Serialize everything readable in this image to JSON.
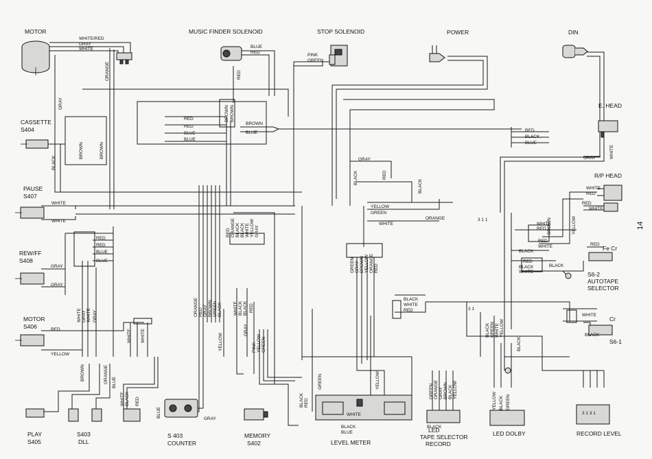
{
  "page_number": "14",
  "components": {
    "motor": "MOTOR",
    "music_finder_solenoid": "MUSIC FINDER SOLENOID",
    "stop_solenoid": "STOP SOLENOID",
    "power": "POWER",
    "din": "DIN",
    "e_head": "E. HEAD",
    "rp_head": "R/P HEAD",
    "cassette": [
      "CASSETTE",
      "S404"
    ],
    "pause": [
      "PAUSE",
      "S407"
    ],
    "rew_ff": [
      "REW/FF",
      "S408"
    ],
    "motor_s406": [
      "MOTOR",
      "S406"
    ],
    "play": [
      "PLAY",
      "S405"
    ],
    "dll": [
      "S403",
      "DLL"
    ],
    "counter": [
      "S 403",
      "COUNTER"
    ],
    "memory": [
      "MEMORY",
      "S402"
    ],
    "level_meter": "LEVEL METER",
    "led_tape_selector": [
      "LED",
      "TAPE SELECTOR",
      "RECORD"
    ],
    "led_dolby": "LED DOLBY",
    "record_level": "RECORD LEVEL",
    "fe_cr": "Fe Cr",
    "cr": "Cr",
    "s6_2": [
      "S6-2",
      "AUTOTAPE",
      "SELECTOR"
    ],
    "s6_1": "S6-1"
  },
  "wire_labels": {
    "white_red": "WHITE/RED",
    "gray": "GRAY",
    "white": "WHITE",
    "orange": "ORANGE",
    "red": "RED",
    "blue": "BLUE",
    "pink": "PINK",
    "green": "GREEN",
    "brown": "BROWN",
    "black": "BLACK",
    "yellow": "YELLOW",
    "pin_311": "3 1 1",
    "pin_31": "3 1",
    "pin_3131": "3 1 3 1"
  }
}
